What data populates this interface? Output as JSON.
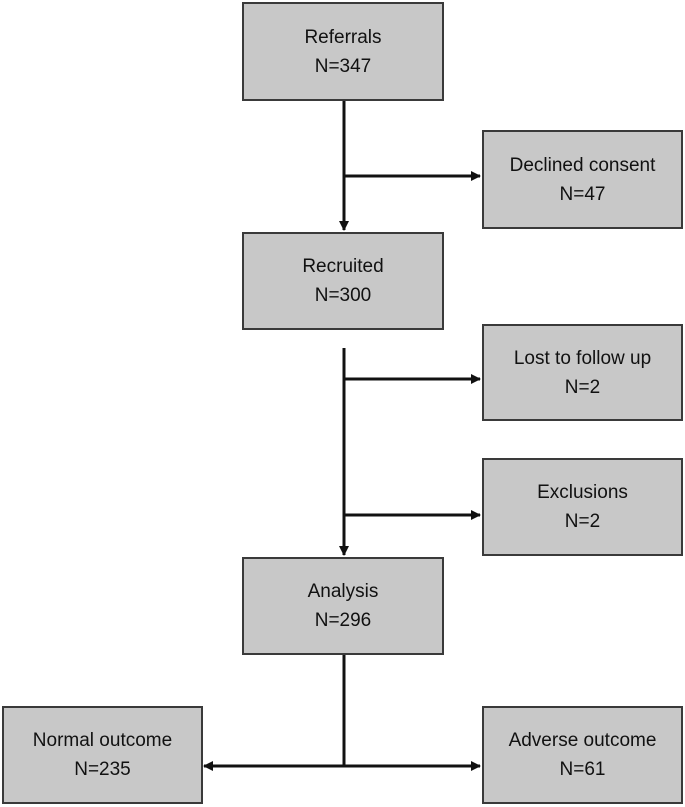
{
  "boxes": {
    "referrals": {
      "label": "Referrals",
      "count": "N=347"
    },
    "declined": {
      "label": "Declined consent",
      "count": "N=47"
    },
    "recruited": {
      "label": "Recruited",
      "count": "N=300"
    },
    "lost": {
      "label": "Lost to follow up",
      "count": "N=2"
    },
    "exclusions": {
      "label": "Exclusions",
      "count": "N=2"
    },
    "analysis": {
      "label": "Analysis",
      "count": "N=296"
    },
    "normal": {
      "label": "Normal outcome",
      "count": "N=235"
    },
    "adverse": {
      "label": "Adverse outcome",
      "count": "N=61"
    }
  },
  "colors": {
    "box_fill": "#c8c8c8",
    "box_border": "#3a3a3a",
    "connector": "#111111"
  }
}
